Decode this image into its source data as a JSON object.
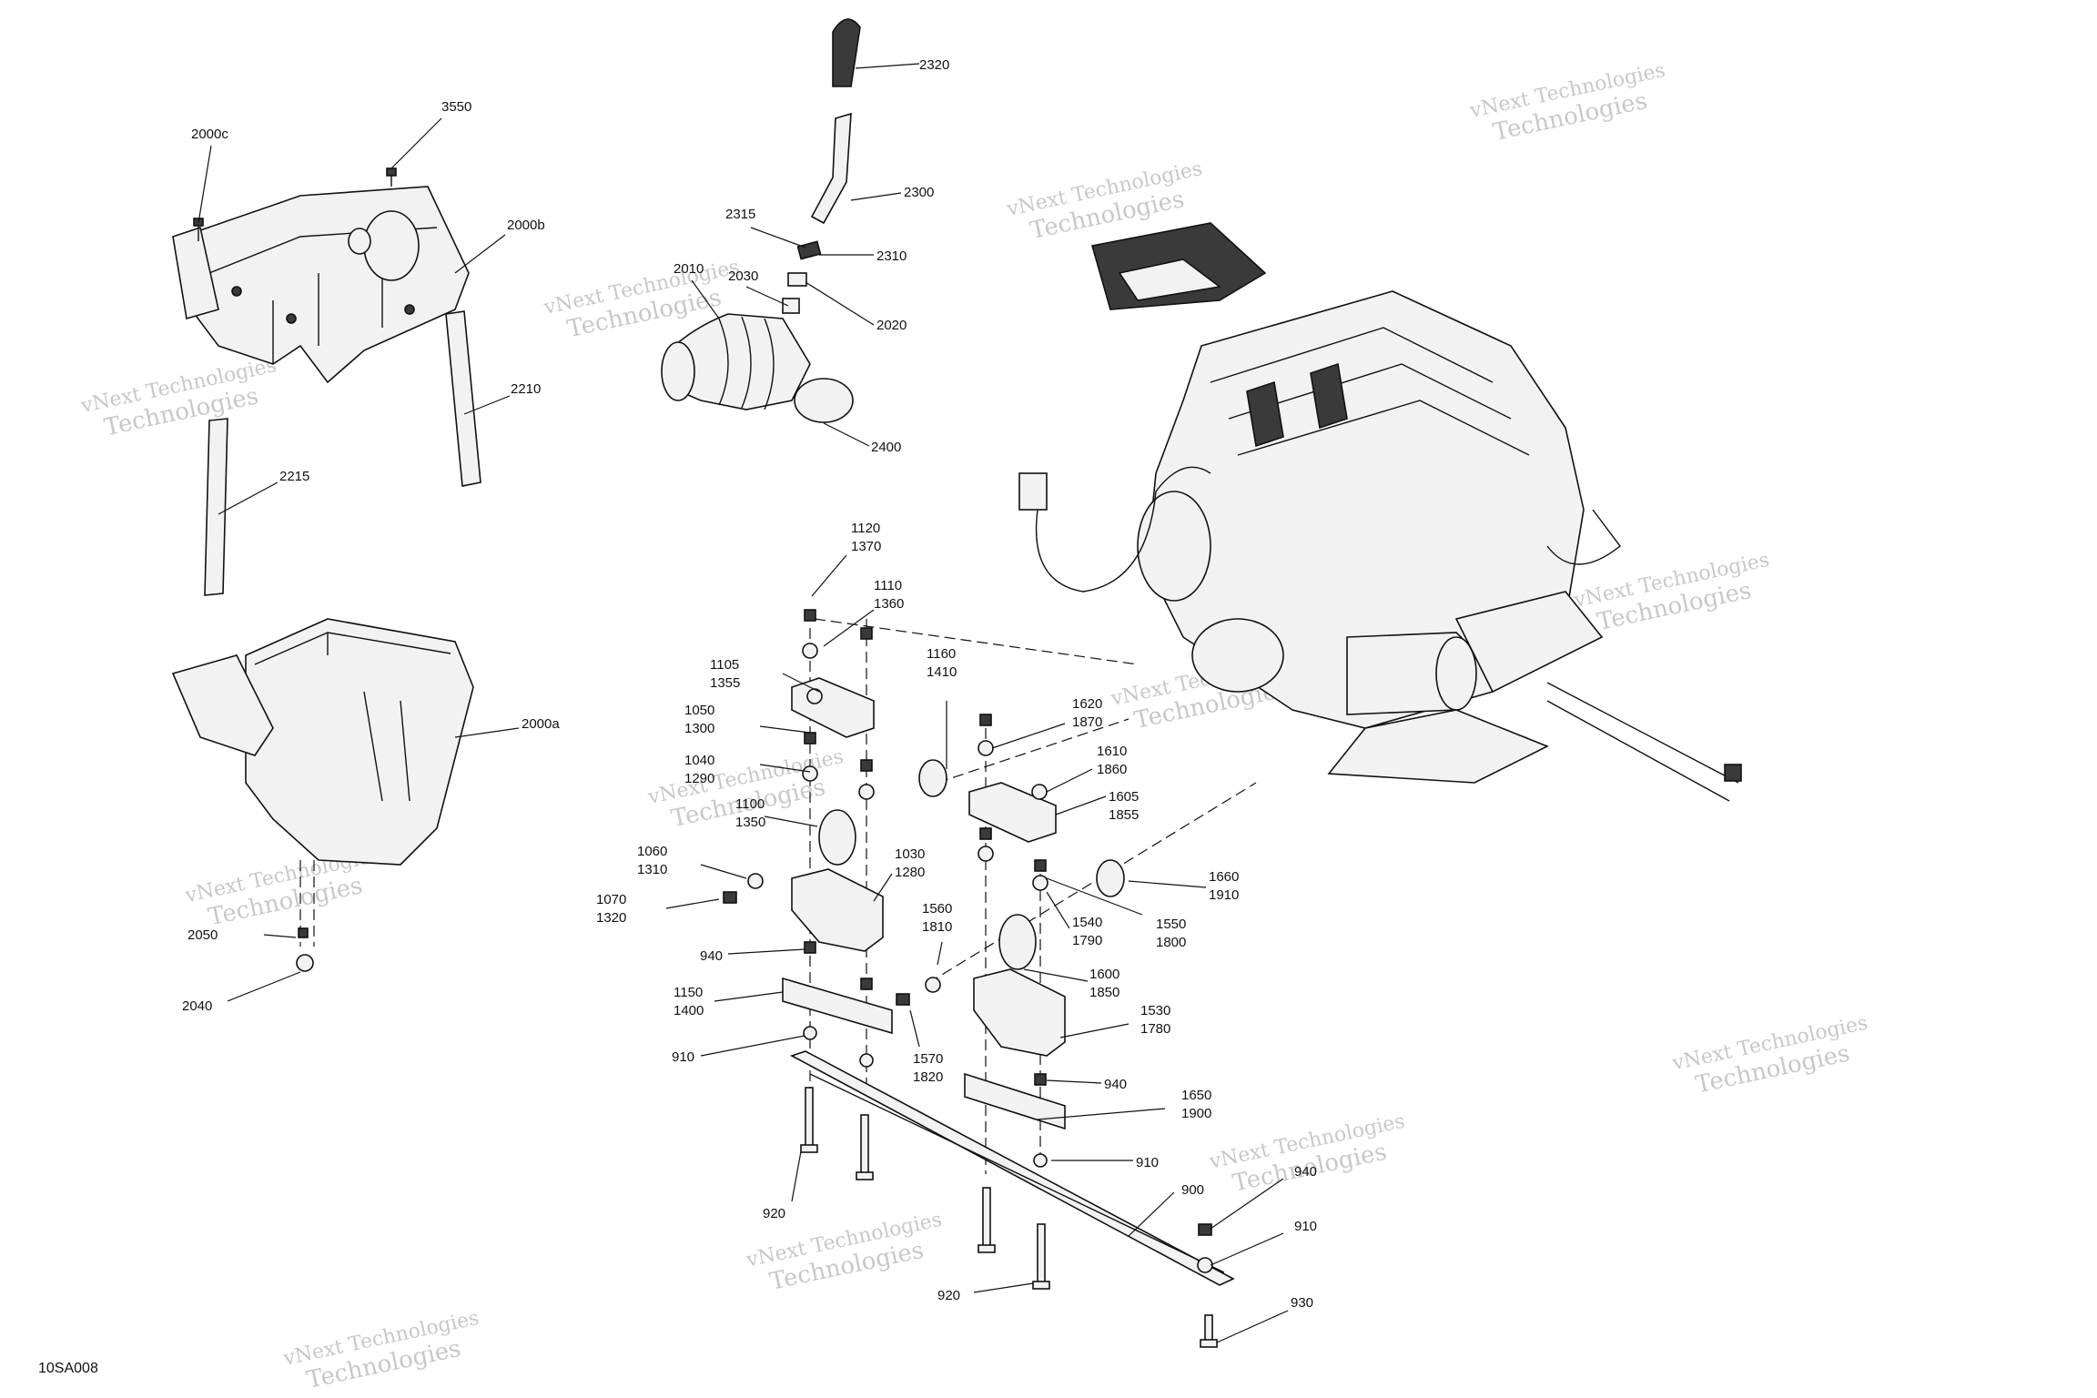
{
  "watermark": {
    "line1": "vNext Technologies",
    "line2": "vNext",
    "line3": "Technologies"
  },
  "diagram_code": "10SA008",
  "callouts": [
    "2320",
    "3550",
    "2000c",
    "2300",
    "2315",
    "2310",
    "2000b",
    "2010",
    "2030",
    "2020",
    "2210",
    "2400",
    "2215",
    "1120\n1370",
    "1110\n1360",
    "1160\n1410",
    "1105\n1355",
    "1050\n1300",
    "1620\n1870",
    "1040\n1290",
    "1610\n1860",
    "2000a",
    "1605\n1855",
    "1100\n1350",
    "1030\n1280",
    "1060\n1310",
    "1660\n1910",
    "1070\n1320",
    "1560\n1810",
    "1540\n1790",
    "1550\n1800",
    "2050",
    "940",
    "1600\n1850",
    "1150\n1400",
    "2040",
    "1530\n1780",
    "910",
    "1570\n1820",
    "940",
    "1650\n1900",
    "910",
    "940",
    "900",
    "920",
    "910",
    "920",
    "930"
  ]
}
